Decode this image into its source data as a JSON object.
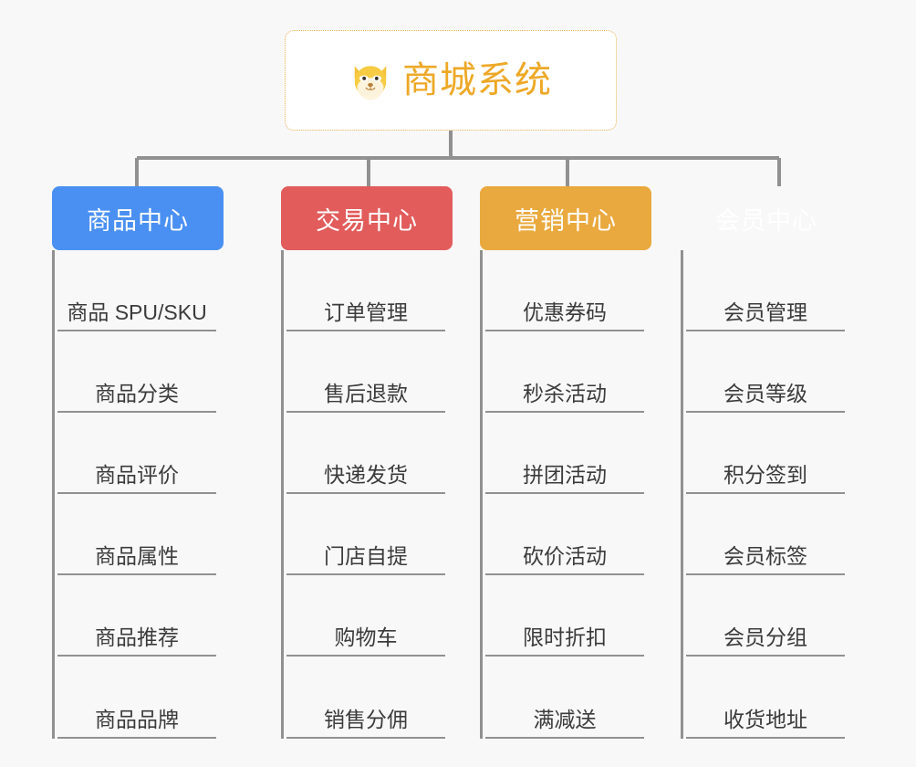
{
  "page": {
    "background": "#f8f8f8",
    "connector_color": "#919191"
  },
  "root": {
    "title": "商城系统",
    "icon": "dog-face-icon",
    "text_color": "#eda827",
    "border_color": "#e8b252",
    "background": "#ffffff"
  },
  "branches": [
    {
      "label": "商品中心",
      "color": "#4a90f2",
      "items": [
        "商品 SPU/SKU",
        "商品分类",
        "商品评价",
        "商品属性",
        "商品推荐",
        "商品品牌"
      ]
    },
    {
      "label": "交易中心",
      "color": "#e25c5c",
      "items": [
        "订单管理",
        "售后退款",
        "快递发货",
        "门店自提",
        "购物车",
        "销售分佣"
      ]
    },
    {
      "label": "营销中心",
      "color": "#eaa93e",
      "items": [
        "优惠券码",
        "秒杀活动",
        "拼团活动",
        "砍价活动",
        "限时折扣",
        "满减送"
      ]
    },
    {
      "label": "会员中心",
      "color": "#78c council",
      "items": [
        "会员管理",
        "会员等级",
        "积分签到",
        "会员标签",
        "会员分组",
        "收货地址"
      ]
    }
  ]
}
